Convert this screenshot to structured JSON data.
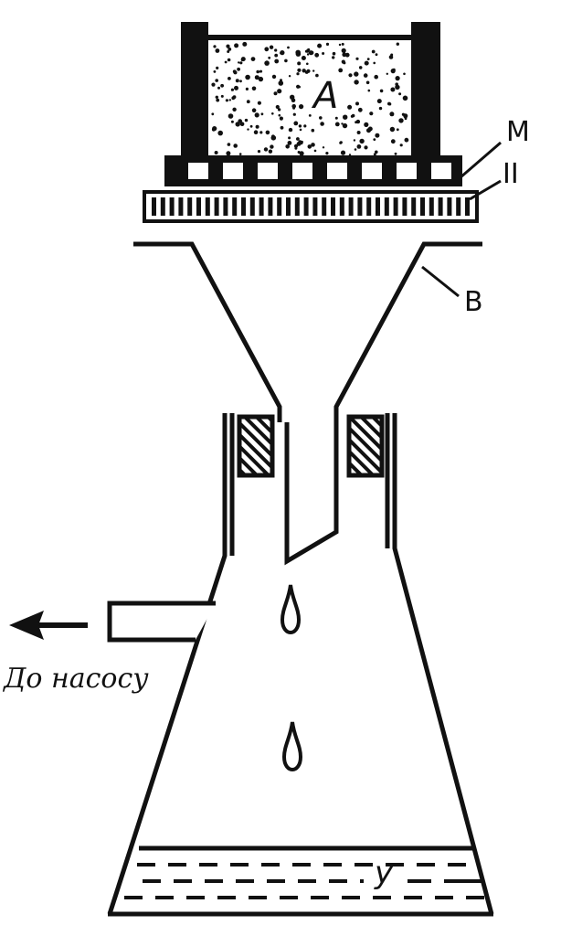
{
  "labels": {
    "sample": "A",
    "membrane": "M",
    "plate": "II",
    "funnel": "B",
    "filtrate": "y",
    "pump": "До насосу"
  },
  "colors": {
    "ink": "#111111",
    "paper": "#ffffff"
  }
}
